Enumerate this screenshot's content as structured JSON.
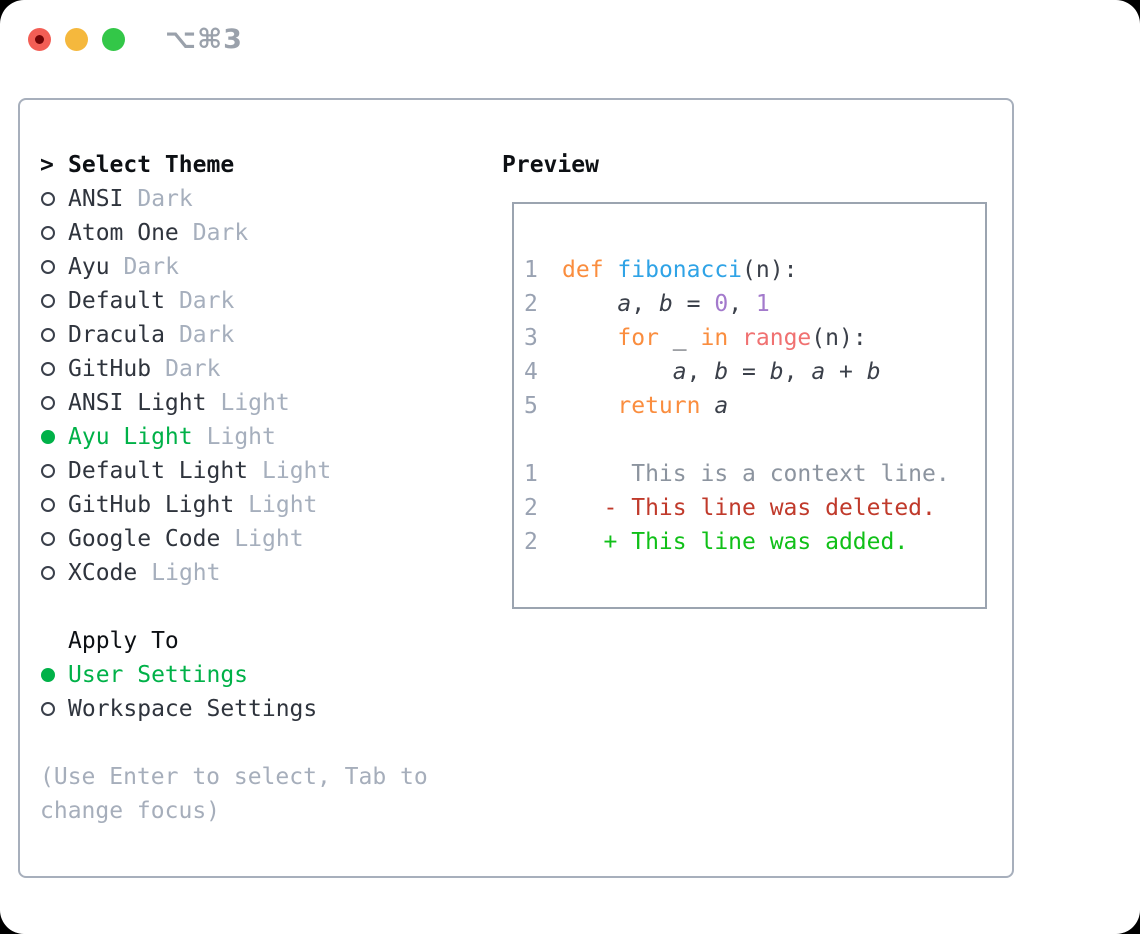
{
  "titlebar": {
    "shortcut": "⌥⌘3"
  },
  "theme_panel": {
    "header": {
      "prefix": ">",
      "label": "Select Theme"
    },
    "themes": [
      {
        "name": "ANSI",
        "tag": "Dark",
        "selected": false
      },
      {
        "name": "Atom One",
        "tag": "Dark",
        "selected": false
      },
      {
        "name": "Ayu",
        "tag": "Dark",
        "selected": false
      },
      {
        "name": "Default",
        "tag": "Dark",
        "selected": false
      },
      {
        "name": "Dracula",
        "tag": "Dark",
        "selected": false
      },
      {
        "name": "GitHub",
        "tag": "Dark",
        "selected": false
      },
      {
        "name": "ANSI Light",
        "tag": "Light",
        "selected": false
      },
      {
        "name": "Ayu Light",
        "tag": "Light",
        "selected": true
      },
      {
        "name": "Default Light",
        "tag": "Light",
        "selected": false
      },
      {
        "name": "GitHub Light",
        "tag": "Light",
        "selected": false
      },
      {
        "name": "Google Code",
        "tag": "Light",
        "selected": false
      },
      {
        "name": "XCode",
        "tag": "Light",
        "selected": false
      }
    ],
    "apply_to": {
      "label": "Apply To",
      "options": [
        {
          "name": "User Settings",
          "selected": true
        },
        {
          "name": "Workspace Settings",
          "selected": false
        }
      ]
    },
    "hint": "(Use Enter to select, Tab to change focus)"
  },
  "preview": {
    "label": "Preview",
    "code_lines": [
      {
        "num": "1",
        "segments": [
          {
            "t": "def",
            "c": "keyword"
          },
          {
            "t": " ",
            "c": "plain"
          },
          {
            "t": "fibonacci",
            "c": "function"
          },
          {
            "t": "(n):",
            "c": "plain"
          }
        ]
      },
      {
        "num": "2",
        "segments": [
          {
            "t": "    ",
            "c": "plain"
          },
          {
            "t": "a",
            "c": "variable"
          },
          {
            "t": ", ",
            "c": "plain"
          },
          {
            "t": "b",
            "c": "variable"
          },
          {
            "t": " = ",
            "c": "plain"
          },
          {
            "t": "0",
            "c": "number"
          },
          {
            "t": ", ",
            "c": "plain"
          },
          {
            "t": "1",
            "c": "number"
          }
        ]
      },
      {
        "num": "3",
        "segments": [
          {
            "t": "    ",
            "c": "plain"
          },
          {
            "t": "for",
            "c": "keyword"
          },
          {
            "t": " _ ",
            "c": "plain"
          },
          {
            "t": "in",
            "c": "keyword"
          },
          {
            "t": " ",
            "c": "plain"
          },
          {
            "t": "range",
            "c": "builtin"
          },
          {
            "t": "(n):",
            "c": "plain"
          }
        ]
      },
      {
        "num": "4",
        "segments": [
          {
            "t": "        ",
            "c": "plain"
          },
          {
            "t": "a",
            "c": "variable"
          },
          {
            "t": ", ",
            "c": "plain"
          },
          {
            "t": "b",
            "c": "variable"
          },
          {
            "t": " = ",
            "c": "plain"
          },
          {
            "t": "b",
            "c": "variable"
          },
          {
            "t": ", ",
            "c": "plain"
          },
          {
            "t": "a",
            "c": "variable"
          },
          {
            "t": " + ",
            "c": "plain"
          },
          {
            "t": "b",
            "c": "variable"
          }
        ]
      },
      {
        "num": "5",
        "segments": [
          {
            "t": "    ",
            "c": "plain"
          },
          {
            "t": "return",
            "c": "keyword"
          },
          {
            "t": " ",
            "c": "plain"
          },
          {
            "t": "a",
            "c": "variable"
          }
        ]
      }
    ],
    "diff_lines": [
      {
        "num": "1",
        "segments": [
          {
            "t": "     This is a context line.",
            "c": "context"
          }
        ]
      },
      {
        "num": "2",
        "segments": [
          {
            "t": "   ",
            "c": "plain"
          },
          {
            "t": "- This line was deleted.",
            "c": "deleted"
          }
        ]
      },
      {
        "num": "2",
        "segments": [
          {
            "t": "   ",
            "c": "plain"
          },
          {
            "t": "+ This line was added.",
            "c": "added"
          }
        ]
      }
    ]
  },
  "colors": {
    "keyword": "#fa8d3e",
    "function": "#2fa3e6",
    "number": "#a37acc",
    "builtin": "#f07171",
    "plain": "#3b404a",
    "context": "#8c949f",
    "deleted": "#c03a2b",
    "added": "#10c018",
    "selected": "#00b148",
    "name": "#2f343d",
    "tag": "#a6afbd",
    "hint": "#a6aebb",
    "header": "#0d1014",
    "gutter": "#99a2b2",
    "border": "#9ba4b0",
    "outer_border": "#a7afbc",
    "radio_ring": "#3a404b",
    "shortcut": "#9aa1ab",
    "traffic_red": "#f35e55",
    "traffic_red_dot": "#720406",
    "traffic_yellow": "#f5b83d",
    "traffic_green": "#33c748"
  }
}
